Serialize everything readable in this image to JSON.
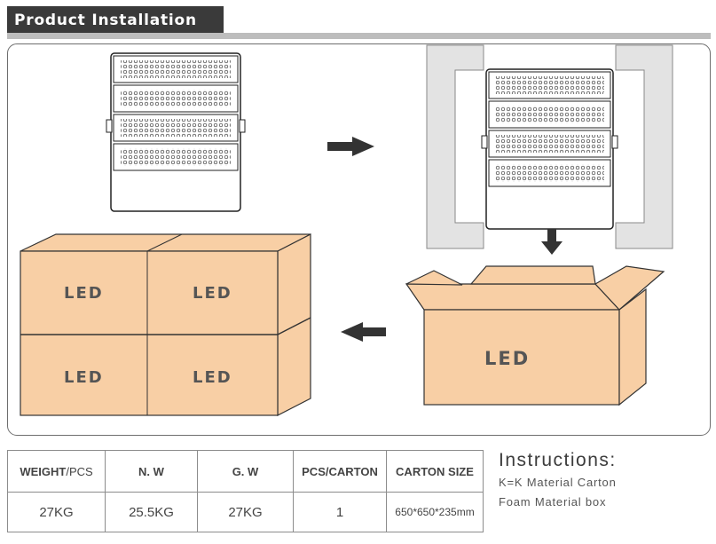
{
  "header": {
    "title": "Product Installation"
  },
  "labels": {
    "led": "LED"
  },
  "table": {
    "headers": [
      {
        "main": "WEIGHT",
        "sub": "/PCS"
      },
      {
        "main": "N. W",
        "sub": ""
      },
      {
        "main": "G. W",
        "sub": ""
      },
      {
        "main": "PCS/CARTON",
        "sub": ""
      },
      {
        "main": "CARTON SIZE",
        "sub": ""
      }
    ],
    "values": [
      "27KG",
      "25.5KG",
      "27KG",
      "1",
      "650*650*235mm"
    ]
  },
  "instructions": {
    "title": "Instructions",
    "colon": ":",
    "lines": [
      "K=K Material Carton",
      "Foam Material box"
    ]
  },
  "colors": {
    "carton": "#f8cfa5",
    "header_bg": "#3a3a3a",
    "rule": "#bdbdbd",
    "foam": "#e3e3e3"
  },
  "icons": [
    "arrow-right-icon",
    "arrow-down-icon",
    "arrow-left-icon",
    "floodlight-icon"
  ]
}
